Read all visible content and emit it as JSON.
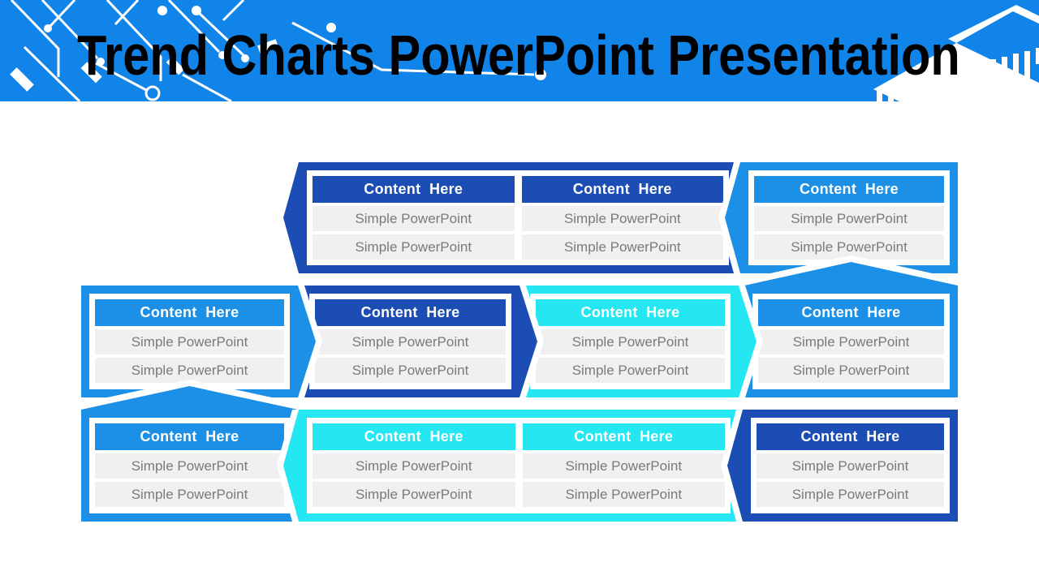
{
  "slide": {
    "title": "Trend Charts PowerPoint Presentation"
  },
  "decor": {
    "left_icon": "circuit-board-traces",
    "right_icon": "microchip"
  },
  "colors": {
    "banner_blue": "#1184E9",
    "bright_blue": "#1B90E6",
    "dark_blue": "#1C4DB5",
    "cyan": "#24E7F2",
    "row_bg": "#F0F0F0",
    "row_text": "#7A7A7A",
    "title_text": "#000000"
  },
  "cards": [
    {
      "id": "row1-wide",
      "color": "dark-blue",
      "arrow": "left",
      "tables": [
        {
          "header": "Content  Here",
          "rows": [
            "Simple PowerPoint",
            "Simple PowerPoint"
          ]
        },
        {
          "header": "Content  Here",
          "rows": [
            "Simple PowerPoint",
            "Simple PowerPoint"
          ]
        }
      ]
    },
    {
      "id": "row1-right",
      "color": "bright-blue",
      "arrow": "left",
      "tables": [
        {
          "header": "Content  Here",
          "rows": [
            "Simple PowerPoint",
            "Simple PowerPoint"
          ]
        }
      ]
    },
    {
      "id": "row2-col1",
      "color": "bright-blue",
      "arrow": "right",
      "tables": [
        {
          "header": "Content  Here",
          "rows": [
            "Simple PowerPoint",
            "Simple PowerPoint"
          ]
        }
      ]
    },
    {
      "id": "row2-col2",
      "color": "dark-blue",
      "arrow": "right",
      "tables": [
        {
          "header": "Content  Here",
          "rows": [
            "Simple PowerPoint",
            "Simple PowerPoint"
          ]
        }
      ]
    },
    {
      "id": "row2-col3",
      "color": "cyan",
      "arrow": "right",
      "tables": [
        {
          "header": "Content  Here",
          "rows": [
            "Simple PowerPoint",
            "Simple PowerPoint"
          ]
        }
      ]
    },
    {
      "id": "row2-col4",
      "color": "bright-blue",
      "arrow": "up",
      "tables": [
        {
          "header": "Content  Here",
          "rows": [
            "Simple PowerPoint",
            "Simple PowerPoint"
          ]
        }
      ]
    },
    {
      "id": "row3-col1",
      "color": "bright-blue",
      "arrow": "up",
      "tables": [
        {
          "header": "Content  Here",
          "rows": [
            "Simple PowerPoint",
            "Simple PowerPoint"
          ]
        }
      ]
    },
    {
      "id": "row3-wide",
      "color": "cyan",
      "arrow": "left",
      "tables": [
        {
          "header": "Content  Here",
          "rows": [
            "Simple PowerPoint",
            "Simple PowerPoint"
          ]
        },
        {
          "header": "Content  Here",
          "rows": [
            "Simple PowerPoint",
            "Simple PowerPoint"
          ]
        }
      ]
    },
    {
      "id": "row3-right",
      "color": "dark-blue",
      "arrow": "left",
      "tables": [
        {
          "header": "Content  Here",
          "rows": [
            "Simple PowerPoint",
            "Simple PowerPoint"
          ]
        }
      ]
    }
  ]
}
